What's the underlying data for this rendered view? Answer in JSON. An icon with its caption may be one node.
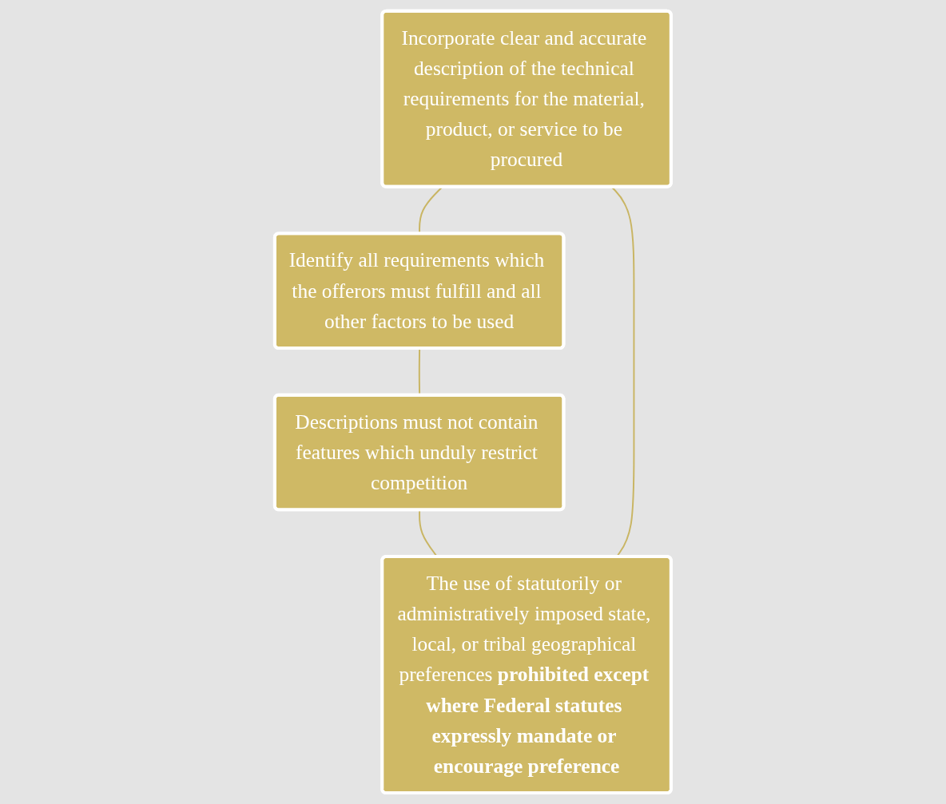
{
  "diagram": {
    "nodes": [
      {
        "text": [
          "Incorporate clear and accurate description of the technical requirements for the material, product, or service to be procured"
        ]
      },
      {
        "text": [
          "The use of statutorily or administratively imposed state, local, or tribal geographical preferences **prohibited except where Federal statutes expressly mandate or encourage preference**"
        ]
      },
      {
        "text": [
          "Identify all requirements which the offerors must fulfill and all other factors to be used"
        ]
      },
      {
        "text": [
          "Descriptions must not contain features which unduly restrict competition"
        ]
      }
    ],
    "edges": [
      {
        "from": 0,
        "to": 2,
        "arrow": "none"
      },
      {
        "from": 2,
        "to": 3,
        "arrow": "none"
      },
      {
        "from": 3,
        "to": 1,
        "arrow": "none"
      },
      {
        "from": 1,
        "to": 0,
        "arrow": "none"
      }
    ]
  }
}
